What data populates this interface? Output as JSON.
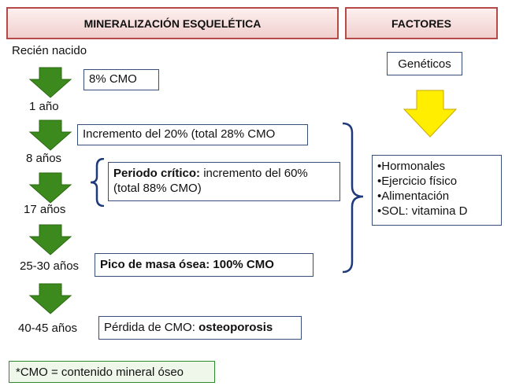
{
  "headers": {
    "left": "MINERALIZACIÓN ESQUELÉTICA",
    "right": "FACTORES"
  },
  "timeline": {
    "stages": [
      "Recién nacido",
      "1 año",
      "8 años",
      "17 años",
      "25-30 años",
      "40-45 años"
    ]
  },
  "boxes": {
    "b1": "8% CMO",
    "b2": "Incremento del 20% (total 28% CMO",
    "b3_bold": "Periodo crítico:",
    "b3_rest": " incremento del 60%",
    "b3_line2": "(total 88% CMO)",
    "b4": "Pico de masa ósea: 100%  CMO",
    "b5_plain": "Pérdida de CMO: ",
    "b5_bold": "osteoporosis"
  },
  "factors": {
    "genetic": "Genéticos",
    "list": [
      "•Hormonales",
      "•Ejercicio físico",
      "•Alimentación",
      "•SOL: vitamina D"
    ]
  },
  "legend": "*CMO =  contenido mineral óseo",
  "colors": {
    "green_arrow": "#3c8a1e",
    "yellow_arrow": "#ffee00",
    "header_border": "#b54a4a",
    "box_border": "#374f78"
  }
}
